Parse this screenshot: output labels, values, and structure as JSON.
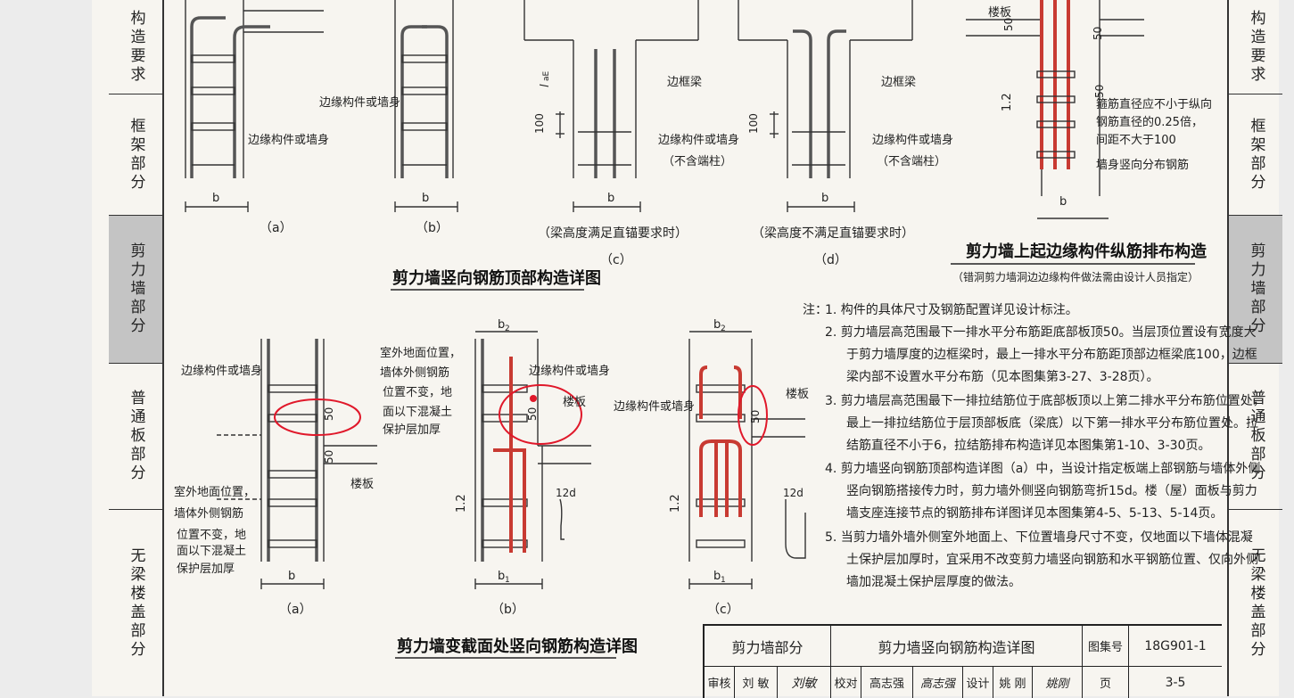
{
  "left_nav": [
    {
      "label": "构造要求",
      "active": false
    },
    {
      "label": "框架部分",
      "active": false
    },
    {
      "label": "剪力墙部分",
      "active": true
    },
    {
      "label": "普通板部分",
      "active": false
    },
    {
      "label": "无梁楼盖部分",
      "active": false
    }
  ],
  "right_nav": [
    {
      "label": "构造要求",
      "active": false
    },
    {
      "label": "框架部分",
      "active": false
    },
    {
      "label": "剪力墙部分",
      "active": true
    },
    {
      "label": "普通板部分",
      "active": false
    },
    {
      "label": "无梁楼盖部分",
      "active": false
    }
  ],
  "top_section": {
    "title": "剪力墙竖向钢筋顶部构造详图",
    "label_edge": "边缘构件或墙身",
    "label_beam": "边框梁",
    "label_no_col": "（不含端柱）",
    "dim_b": "b",
    "dim_100": "100",
    "dim_lae": "l",
    "dim_lae_sub": "aE",
    "cap_a": "（a）",
    "cap_b": "（b）",
    "cap_c": "（c）",
    "cap_d": "（d）",
    "cap_c_note": "（梁高度满足直锚要求时）",
    "cap_d_note": "（梁高度不满足直锚要求时）"
  },
  "right_detail": {
    "title": "剪力墙上起边缘构件纵筋排布构造",
    "subtitle": "（错洞剪力墙洞边边缘构件做法需由设计人员指定）",
    "label_slab": "楼板",
    "dim_50": "50",
    "dim_12lae": "1.2",
    "note_stirrup_1": "箍筋直径应不小于纵向",
    "note_stirrup_2": "钢筋直径的0.25倍，",
    "note_stirrup_3": "间距不大于100",
    "note_dist": "墙身竖向分布钢筋",
    "dim_b": "b"
  },
  "notes": {
    "prefix": "注：",
    "items": [
      "1. 构件的具体尺寸及钢筋配置详见设计标注。",
      "2. 剪力墙层高范围最下一排水平分布筋距底部板顶50。当层顶位置设有宽度大",
      "于剪力墙厚度的边框梁时，最上一排水平分布筋距顶部边框梁底100，边框",
      "梁内部不设置水平分布筋（见本图集第3-27、3-28页）。",
      "3. 剪力墙层高范围最下一排拉结筋位于底部板顶以上第二排水平分布筋位置处，",
      "最上一排拉结筋位于层顶部板底（梁底）以下第一排水平分布筋位置处。拉",
      "结筋直径不小于6，拉结筋排布构造详见本图集第1-10、3-30页。",
      "4. 剪力墙竖向钢筋顶部构造详图（a）中，当设计指定板端上部钢筋与墙体外侧",
      "竖向钢筋搭接传力时，剪力墙外侧竖向钢筋弯折15d。楼（屋）面板与剪力",
      "墙支座连接节点的钢筋排布详图详见本图集第4-5、5-13、5-14页。",
      "5. 当剪力墙外墙外侧室外地面上、下位置墙身尺寸不变，仅地面以下墙体混凝",
      "土保护层加厚时，宜采用不改变剪力墙竖向钢筋和水平钢筋位置、仅向外侧",
      "墙加混凝土保护层厚度的做法。"
    ]
  },
  "bottom_section": {
    "title": "剪力墙变截面处竖向钢筋构造详图",
    "label_edge": "边缘构件或墙身",
    "label_slab": "楼板",
    "label_ground_1": "室外地面位置，",
    "label_ground_2": "墙体外侧钢筋",
    "label_ground_3": "位置不变，地",
    "label_ground_4": "面以下混凝土",
    "label_ground_5": "保护层加厚",
    "dim_50": "50",
    "dim_b": "b",
    "dim_b1": "b",
    "dim_b1_sub": "1",
    "dim_b2": "b",
    "dim_b2_sub": "2",
    "dim_12d": "12d",
    "dim_12lae": "1.2",
    "cap_a": "（a）",
    "cap_b": "（b）",
    "cap_c": "（c）"
  },
  "title_block": {
    "section": "剪力墙部分",
    "drawing_title": "剪力墙竖向钢筋构造详图",
    "atlas_label": "图集号",
    "atlas_no": "18G901-1",
    "review_label": "审核",
    "reviewer": "刘 敏",
    "reviewer_sig": "刘敏",
    "check_label": "校对",
    "checker": "高志强",
    "checker_sig": "高志强",
    "design_label": "设计",
    "designer": "姚 刚",
    "designer_sig": "姚刚",
    "page_label": "页",
    "page_no": "3-5"
  },
  "colors": {
    "rebar_red": "#c83a32",
    "annotation_red": "#e0182a",
    "line": "#333333",
    "active_nav": "#c4c4c4"
  }
}
